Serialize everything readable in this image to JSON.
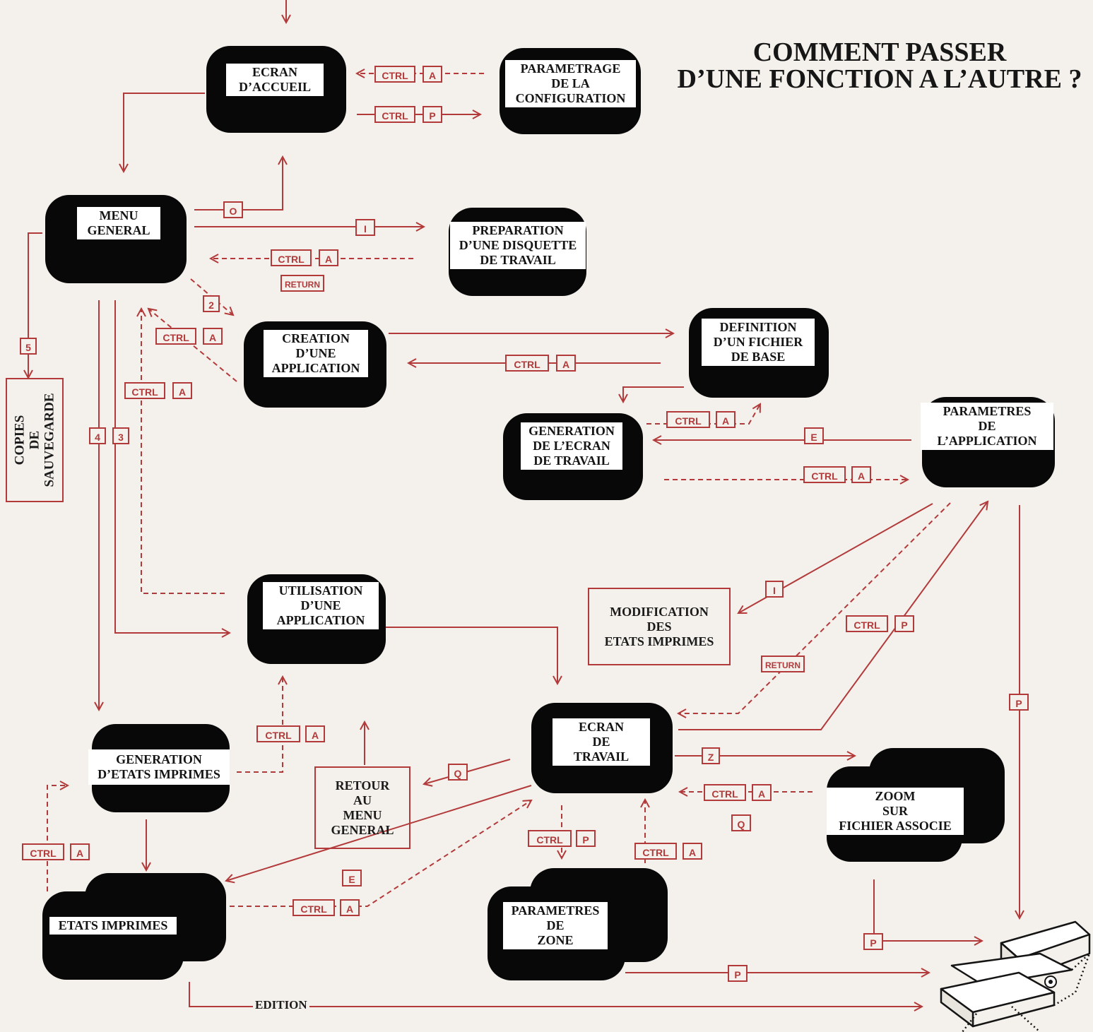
{
  "title": {
    "line1": "COMMENT PASSER",
    "line2": "D’UNE FONCTION A L’AUTRE ?"
  },
  "screens": {
    "accueil": [
      "ECRAN",
      "D’ACCUEIL"
    ],
    "parametrage": [
      "PARAMETRAGE",
      "DE LA",
      "CONFIGURATION"
    ],
    "menu": [
      "MENU",
      "GENERAL"
    ],
    "preparation": [
      "PREPARATION",
      "D’UNE DISQUETTE",
      "DE TRAVAIL"
    ],
    "creation": [
      "CREATION",
      "D’UNE",
      "APPLICATION"
    ],
    "definition": [
      "DEFINITION",
      "D’UN FICHIER",
      "DE BASE"
    ],
    "generation_ecran": [
      "GENERATION",
      "DE L’ECRAN",
      "DE TRAVAIL"
    ],
    "parametres_app": [
      "PARAMETRES",
      "DE",
      "L’APPLICATION"
    ],
    "utilisation": [
      "UTILISATION",
      "D’UNE",
      "APPLICATION"
    ],
    "generation_etats": [
      "GENERATION",
      "D’ETATS IMPRIMES"
    ],
    "ecran_travail": [
      "ECRAN",
      "DE",
      "TRAVAIL"
    ],
    "zoom": [
      "ZOOM",
      "SUR",
      "FICHIER ASSOCIE"
    ],
    "etats": [
      "ETATS IMPRIMES"
    ],
    "parametres_zone": [
      "PARAMETRES",
      "DE",
      "ZONE"
    ]
  },
  "boxes": {
    "copies": [
      "COPIES",
      "DE",
      "SAUVEGARDE"
    ],
    "modification": [
      "MODIFICATION",
      "DES",
      "ETATS IMPRIMES"
    ],
    "retour": [
      "RETOUR",
      "AU",
      "MENU",
      "GENERAL"
    ]
  },
  "keys": {
    "ctrl": "CTRL",
    "a": "A",
    "p": "P",
    "o": "O",
    "i": "I",
    "e": "E",
    "z": "Z",
    "q": "Q",
    "return": "RETURN",
    "n2": "2",
    "n3": "3",
    "n4": "4",
    "n5": "5"
  },
  "edition_label": "EDITION",
  "colors": {
    "accent": "#b23a3a",
    "screen": "#080808",
    "paper": "#f4f1ec"
  }
}
